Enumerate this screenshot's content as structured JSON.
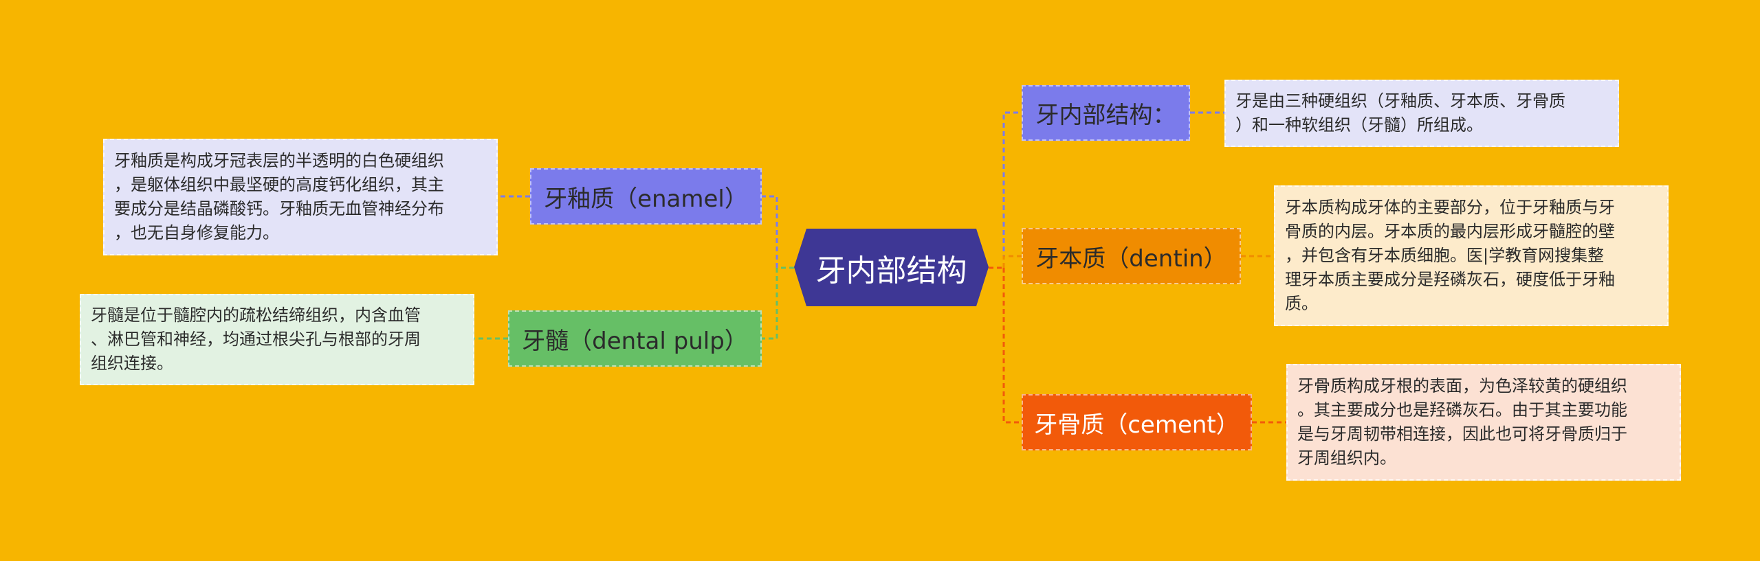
{
  "colors": {
    "background": "#F7B500",
    "center": "#3E3795",
    "purple_branch": "#7B7BEB",
    "purple_leaf": "#E3E3F8",
    "orange_branch": "#F08C00",
    "orange_leaf": "#FDEBCB",
    "red_branch": "#F25A0A",
    "red_leaf": "#FCE1D3",
    "green_branch": "#66BF66",
    "green_leaf": "#E2F2E2"
  },
  "center": {
    "label": "牙内部结构"
  },
  "branches": {
    "structure": {
      "label": "牙内部结构：",
      "detail": "牙是由三种硬组织（牙釉质、牙本质、牙骨质）和一种软组织（牙髓）所组成。",
      "detail_lines": [
        "牙是由三种硬组织（牙釉质、牙本质、牙骨质",
        "）和一种软组织（牙髓）所组成。"
      ]
    },
    "dentin": {
      "label": "牙本质（dentin）",
      "detail": "牙本质构成牙体的主要部分，位于牙釉质与牙骨质的内层。牙本质的最内层形成牙髓腔的壁，并包含有牙本质细胞。医|学教育网搜集整理牙本质主要成分是羟磷灰石，硬度低于牙釉质。",
      "detail_lines": [
        "牙本质构成牙体的主要部分，位于牙釉质与牙",
        "骨质的内层。牙本质的最内层形成牙髓腔的壁",
        "，并包含有牙本质细胞。医|学教育网搜集整",
        "理牙本质主要成分是羟磷灰石，硬度低于牙釉",
        "质。"
      ]
    },
    "cement": {
      "label": "牙骨质（cement）",
      "detail": "牙骨质构成牙根的表面，为色泽较黄的硬组织。其主要成分也是羟磷灰石。由于其主要功能是与牙周韧带相连接，因此也可将牙骨质归于牙周组织内。",
      "detail_lines": [
        "牙骨质构成牙根的表面，为色泽较黄的硬组织",
        "。其主要成分也是羟磷灰石。由于其主要功能",
        "是与牙周韧带相连接，因此也可将牙骨质归于",
        "牙周组织内。"
      ]
    },
    "enamel": {
      "label": "牙釉质（enamel）",
      "detail": "牙釉质是构成牙冠表层的半透明的白色硬组织，是躯体组织中最坚硬的高度钙化组织，其主要成分是结晶磷酸钙。牙釉质无血管神经分布，也无自身修复能力。",
      "detail_lines": [
        "牙釉质是构成牙冠表层的半透明的白色硬组织",
        "，是躯体组织中最坚硬的高度钙化组织，其主",
        "要成分是结晶磷酸钙。牙釉质无血管神经分布",
        "，也无自身修复能力。"
      ]
    },
    "pulp": {
      "label": "牙髓（dental pulp）",
      "detail": "牙髓是位于髓腔内的疏松结缔组织，内含血管、淋巴管和神经，均通过根尖孔与根部的牙周组织连接。",
      "detail_lines": [
        "牙髓是位于髓腔内的疏松结缔组织，内含血管",
        "、淋巴管和神经，均通过根尖孔与根部的牙周",
        "组织连接。"
      ]
    }
  }
}
